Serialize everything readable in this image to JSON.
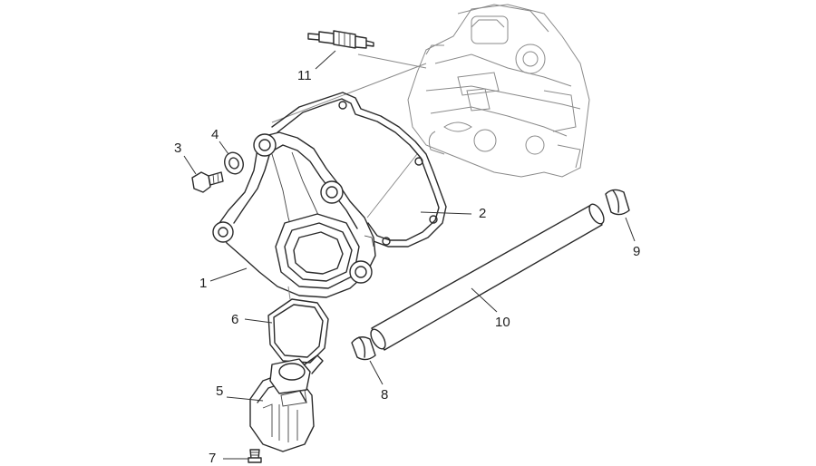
{
  "callouts": [
    {
      "id": "1",
      "label": "1"
    },
    {
      "id": "2",
      "label": "2"
    },
    {
      "id": "3",
      "label": "3"
    },
    {
      "id": "4",
      "label": "4"
    },
    {
      "id": "5",
      "label": "5"
    },
    {
      "id": "6",
      "label": "6"
    },
    {
      "id": "7",
      "label": "7"
    },
    {
      "id": "8",
      "label": "8"
    },
    {
      "id": "9",
      "label": "9"
    },
    {
      "id": "10",
      "label": "10"
    },
    {
      "id": "11",
      "label": "11"
    }
  ],
  "colors": {
    "line": "#2a2a2a",
    "ghost": "#8a8a8a",
    "background": "#ffffff"
  }
}
